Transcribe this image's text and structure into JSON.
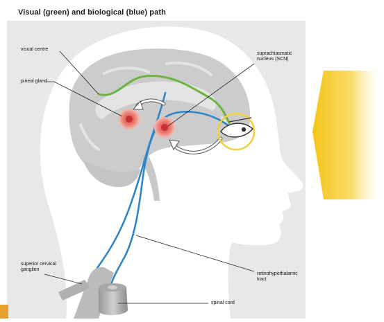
{
  "title": "Visual (green) and biological (blue) path",
  "labels": {
    "visual_centre": "visual centre",
    "pineal_gland": "pineal gland",
    "scn_line1": "suprachiasmatic",
    "scn_line2": "nucleus (SCN)",
    "scg_line1": "superior cervical",
    "scg_line2": "ganglion",
    "rht_line1": "retinohypothalamic",
    "rht_line2": "tract",
    "spinal_cord": "spinal cord"
  },
  "colors": {
    "background_panel": "#e8e8e8",
    "head": "#ffffff",
    "brain": "#cccccc",
    "brain_fold": "#e4e4e4",
    "visual_path": "#6db33f",
    "biological_path": "#2e86c8",
    "light_beam": "#f5c518",
    "eye_ring": "#f0d23c",
    "nucleus": "#d94848",
    "leader_line": "#222222"
  },
  "icons": {
    "light_source": "light-beam-icon",
    "eye": "eye-icon",
    "pineal": "pineal-gland-marker",
    "scn": "scn-marker"
  }
}
